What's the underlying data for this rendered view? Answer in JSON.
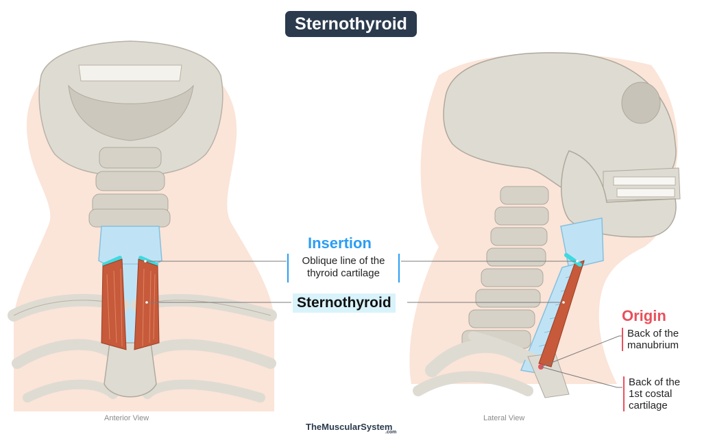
{
  "title": "Sternothyroid",
  "insertion": {
    "heading": "Insertion",
    "line1": "Oblique line of the",
    "line2": "thyroid cartilage"
  },
  "muscle_label": "Sternothyroid",
  "origin": {
    "heading": "Origin",
    "item1_line1": "Back of the",
    "item1_line2": "manubrium",
    "item2_line1": "Back of the",
    "item2_line2": "1st costal",
    "item2_line3": "cartilage"
  },
  "captions": {
    "anterior": "Anterior View",
    "lateral": "Lateral View"
  },
  "brand": {
    "name": "TheMuscularSystem",
    "suffix": ".com"
  },
  "colors": {
    "title_bg": "#2b3a4d",
    "insertion": "#2a9df4",
    "origin": "#e8505b",
    "muscle": "#c65a3a",
    "bone": "#dedbd2",
    "skin": "#fbe4d8",
    "cartilage": "#bfe3f5"
  }
}
